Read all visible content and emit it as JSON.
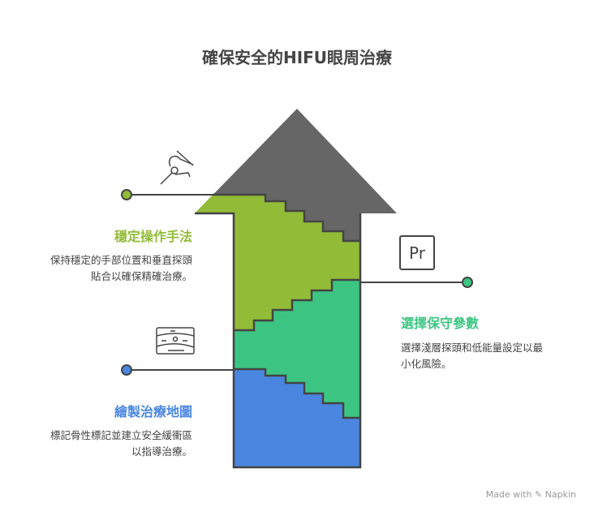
{
  "title": "確保安全的HIFU眼周治療",
  "steps": [
    {
      "heading": "穩定操作手法",
      "desc": "保持穩定的手部位置和垂直探頭貼合以確保精確治療。",
      "color": "#92bc38",
      "icon": "hand-probe-icon"
    },
    {
      "heading": "選擇保守參數",
      "desc": "選擇淺層探頭和低能量設定以最小化風險。",
      "color": "#3cc582",
      "icon": "pr-settings-icon",
      "icon_text": "Pr"
    },
    {
      "heading": "繪製治療地圖",
      "desc": "標記骨性標記並建立安全緩衝區以指導治療。",
      "color": "#4a86e0",
      "icon": "skin-map-icon"
    }
  ],
  "arrow_color": "#666666",
  "brand": "Made with ✎ Napkin"
}
